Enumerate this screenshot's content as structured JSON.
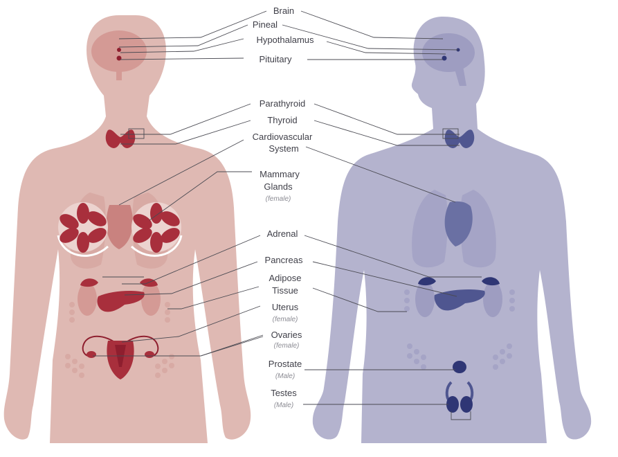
{
  "labels": {
    "brain": "Brain",
    "pineal": "Pineal",
    "hypothalamus": "Hypothalamus",
    "pituitary": "Pituitary",
    "parathyroid": "Parathyroid",
    "thyroid": "Thyroid",
    "cardiovascular_line1": "Cardiovascular",
    "cardiovascular_line2": "System",
    "mammary_line1": "Mammary",
    "mammary_line2": "Glands",
    "mammary_note": "(female)",
    "adrenal": "Adrenal",
    "pancreas": "Pancreas",
    "adipose_line1": "Adipose",
    "adipose_line2": "Tissue",
    "uterus": "Uterus",
    "uterus_note": "(female)",
    "ovaries": "Ovaries",
    "ovaries_note": "(female)",
    "prostate": "Prostate",
    "prostate_note": "(Male)",
    "testes": "Testes",
    "testes_note": "(Male)"
  },
  "colors": {
    "female_body": "#dfb9b3",
    "female_organ_light": "#d49a95",
    "female_organ": "#a82f3c",
    "female_organ_dark": "#8e1e2e",
    "male_body": "#b4b3ce",
    "male_organ_light": "#9e9dc1",
    "male_organ": "#4f5690",
    "male_organ_dark": "#2f3675",
    "line": "#4a4a52",
    "label_text": "#3f3f48",
    "note_text": "#8a8a92"
  }
}
